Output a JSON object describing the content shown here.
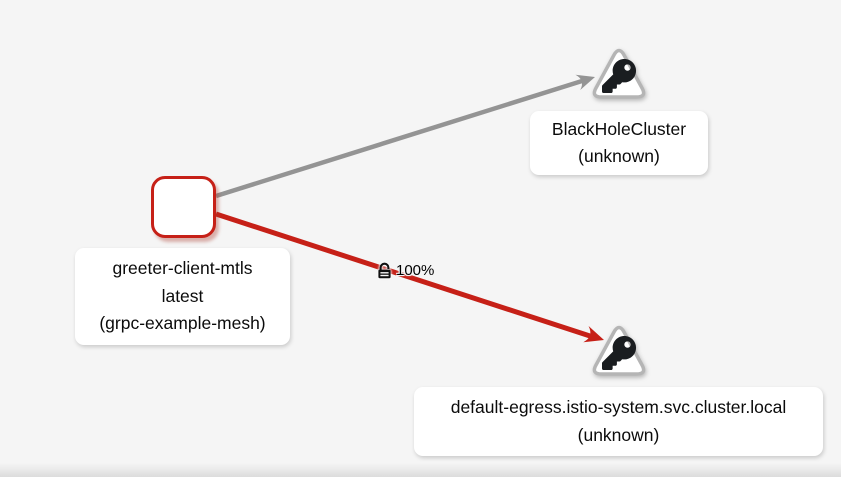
{
  "graph": {
    "nodes": {
      "workload": {
        "line1": "greeter-client-mtls",
        "line2": "latest",
        "line3": "(grpc-example-mesh)"
      },
      "blackhole": {
        "line1": "BlackHoleCluster",
        "line2": "(unknown)"
      },
      "egress": {
        "line1": "default-egress.istio-system.svc.cluster.local",
        "line2": "(unknown)"
      }
    },
    "edges": {
      "mtls_edge": {
        "label": "100%",
        "icon": "mtls-lock-icon"
      }
    },
    "icons": {
      "service_entry_badge": "key-icon",
      "mtls_badge": "lock-icon"
    }
  },
  "colors": {
    "background": "#f5f5f5",
    "edge_gray": "#949494",
    "edge_red": "#c62017",
    "node_border_red": "#c62017",
    "triangle_border": "#b5b5b5",
    "icon_black": "#1a1d20",
    "label_background": "#ffffff",
    "label_text": "#0b0b0b"
  }
}
